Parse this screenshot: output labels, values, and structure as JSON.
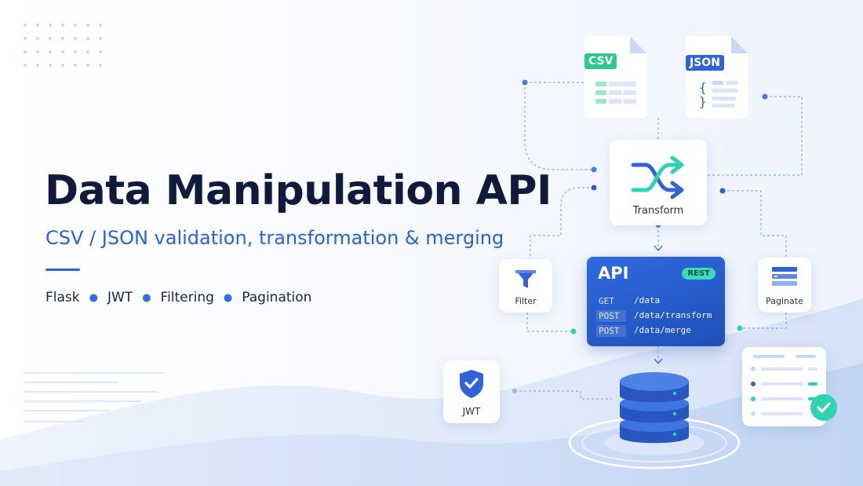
{
  "headline": {
    "title": "Data Manipulation API",
    "subtitle": "CSV / JSON validation, transformation & merging",
    "tags": [
      "Flask",
      "JWT",
      "Filtering",
      "Pagination"
    ]
  },
  "nodes": {
    "csv": {
      "badge": "CSV",
      "icon": "csv-file-icon"
    },
    "json": {
      "badge": "JSON",
      "icon": "json-file-icon",
      "brace_open": "{",
      "brace_close": "}"
    },
    "transform": {
      "label": "Transform",
      "icon": "shuffle-arrows-icon"
    },
    "api": {
      "title": "API",
      "badge": "REST",
      "routes": [
        {
          "method": "GET",
          "path": "/data"
        },
        {
          "method": "POST",
          "path": "/data/transform"
        },
        {
          "method": "POST",
          "path": "/data/merge"
        }
      ]
    },
    "filter": {
      "label": "Filter",
      "icon": "funnel-icon"
    },
    "paginate": {
      "label": "Paginate",
      "icon": "paginate-list-icon"
    },
    "jwt": {
      "label": "JWT",
      "icon": "shield-check-icon"
    },
    "database": {
      "icon": "database-stack-icon"
    },
    "results": {
      "icon": "checklist-card-icon"
    }
  },
  "colors": {
    "accent": "#2962d9",
    "title": "#0f1a3d",
    "api_blue": "#2558c9",
    "teal": "#2ed3b0",
    "csv_green": "#2cc98f",
    "json_blue": "#2f63d6"
  }
}
